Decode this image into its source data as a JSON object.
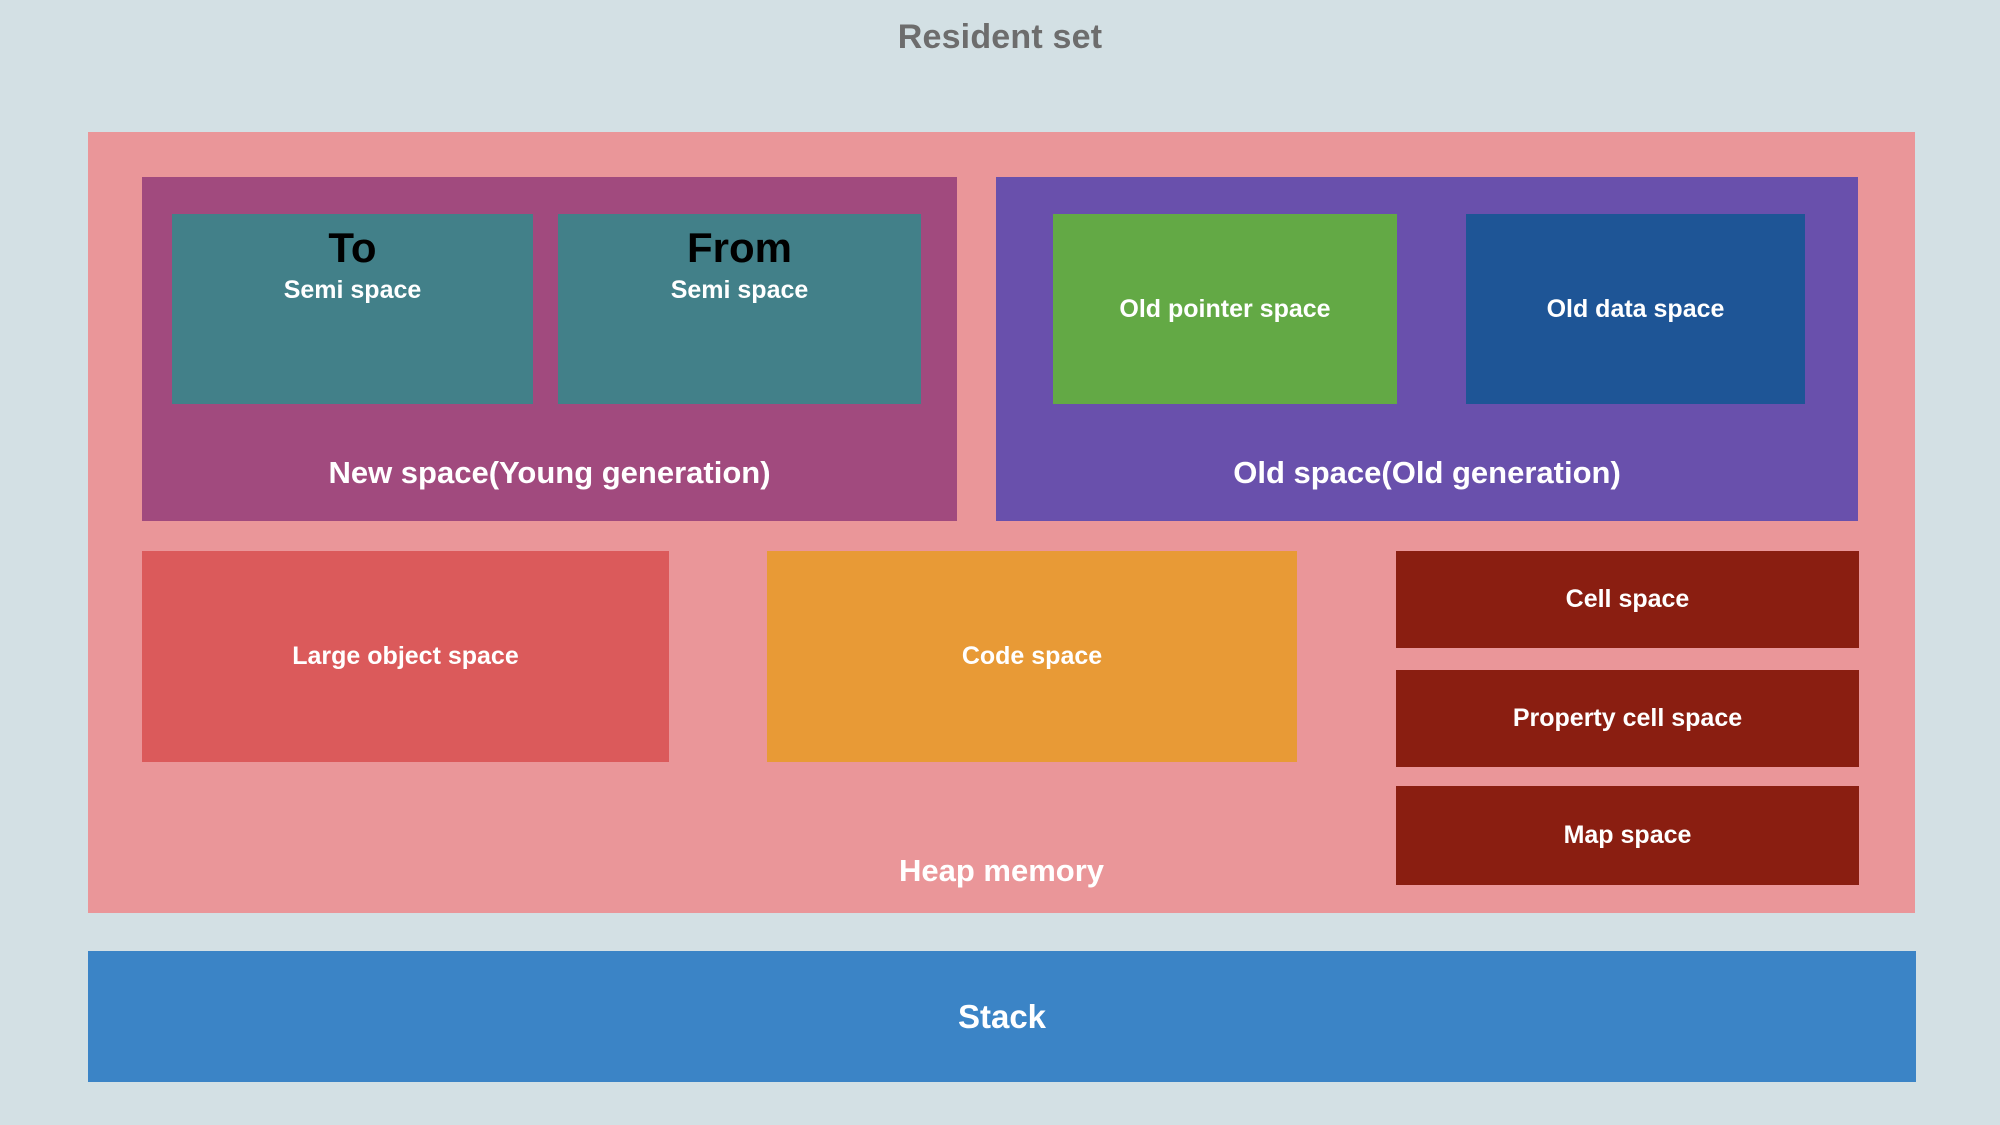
{
  "diagram": {
    "title": "Resident set",
    "colors": {
      "background": "#d3e0e4",
      "heap": "#ea9699",
      "new_space": "#a14a7e",
      "old_space": "#6950ac",
      "semi_space": "#428089",
      "old_pointer_space": "#63a945",
      "old_data_space": "#1e5596",
      "large_object_space": "#db5a5b",
      "code_space": "#e89a36",
      "cell_boxes": "#8a1e11",
      "stack": "#3b84c6",
      "title_text": "#6d6d6d"
    },
    "heap": {
      "label": "Heap memory",
      "new_space": {
        "label": "New space(Young generation)",
        "semi_spaces": [
          {
            "title": "To",
            "subtitle": "Semi space"
          },
          {
            "title": "From",
            "subtitle": "Semi space"
          }
        ]
      },
      "old_space": {
        "label": "Old space(Old generation)",
        "regions": [
          {
            "label": "Old pointer space"
          },
          {
            "label": "Old data space"
          }
        ]
      },
      "other_spaces": [
        {
          "label": "Large object space"
        },
        {
          "label": "Code space"
        }
      ],
      "right_column": [
        {
          "label": "Cell space"
        },
        {
          "label": "Property cell space"
        },
        {
          "label": "Map space"
        }
      ]
    },
    "stack": {
      "label": "Stack"
    }
  }
}
